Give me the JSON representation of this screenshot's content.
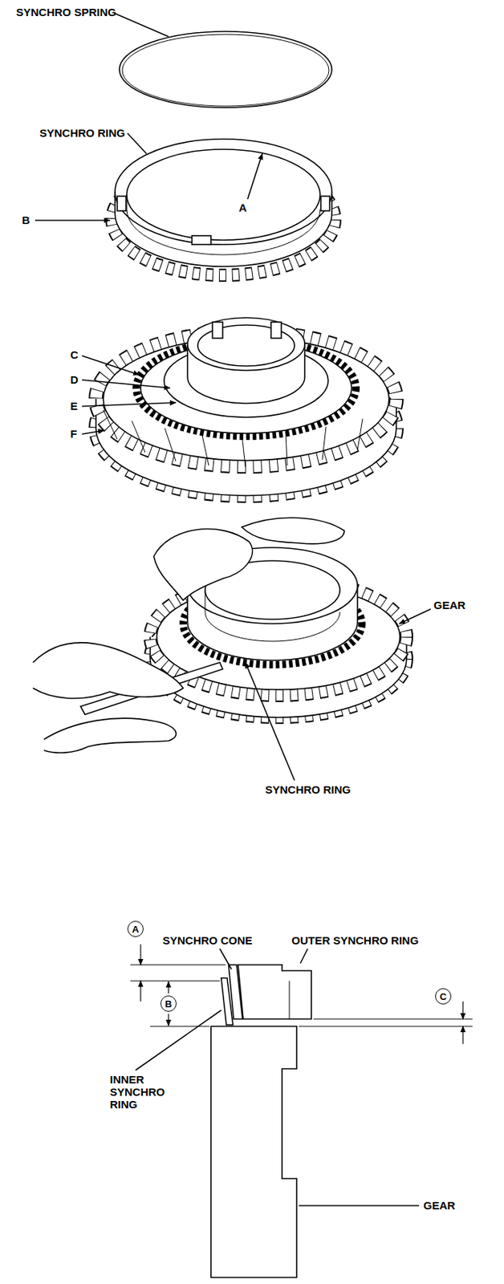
{
  "diagram": {
    "labels": [
      "SYNCHRO SPRING",
      "SYNCHRO RING",
      "A",
      "B",
      "C",
      "D",
      "E",
      "F",
      "GEAR",
      "SYNCHRO RING",
      "SYNCHRO CONE",
      "OUTER SYNCHRO RING",
      "A",
      "B",
      "C",
      "INNER SYNCHRO RING",
      "GEAR"
    ]
  }
}
